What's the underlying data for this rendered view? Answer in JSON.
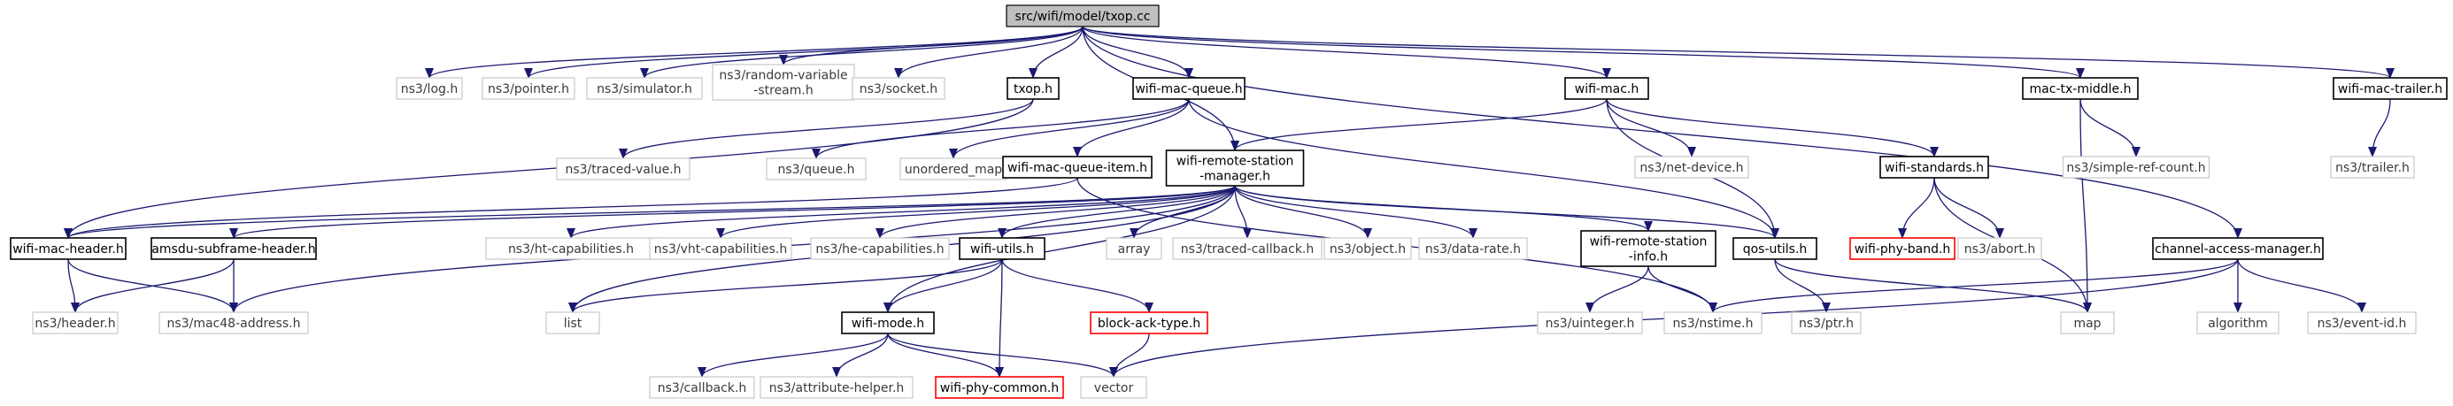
{
  "nodes": {
    "root": "src/wifi/model/txop.cc",
    "log": "ns3/log.h",
    "pointer": "ns3/pointer.h",
    "simulator": "ns3/simulator.h",
    "random_var": "ns3/random-variable\n-stream.h",
    "socket": "ns3/socket.h",
    "txop": "txop.h",
    "wmq": "wifi-mac-queue.h",
    "wrsm": "wifi-remote-station\n-manager.h",
    "wifimac": "wifi-mac.h",
    "mtm": "mac-tx-middle.h",
    "wmt": "wifi-mac-trailer.h",
    "traced_value": "ns3/traced-value.h",
    "queue": "ns3/queue.h",
    "umap": "unordered_map",
    "wmqi": "wifi-mac-queue-item.h",
    "netdev": "ns3/net-device.h",
    "wstd": "wifi-standards.h",
    "simple_ref": "ns3/simple-ref-count.h",
    "trailer": "ns3/trailer.h",
    "wmh": "wifi-mac-header.h",
    "amsdu": "amsdu-subframe-header.h",
    "ht": "ns3/ht-capabilities.h",
    "vht": "ns3/vht-capabilities.h",
    "he": "ns3/he-capabilities.h",
    "wutils": "wifi-utils.h",
    "array": "array",
    "traced_cb": "ns3/traced-callback.h",
    "object": "ns3/object.h",
    "datarate": "ns3/data-rate.h",
    "wrsi": "wifi-remote-station\n-info.h",
    "qos": "qos-utils.h",
    "band": "wifi-phy-band.h",
    "abort": "ns3/abort.h",
    "cam": "channel-access-manager.h",
    "header": "ns3/header.h",
    "mac48": "ns3/mac48-address.h",
    "list": "list",
    "wmode": "wifi-mode.h",
    "bat": "block-ack-type.h",
    "uinteger": "ns3/uinteger.h",
    "nstime": "ns3/nstime.h",
    "ptr": "ns3/ptr.h",
    "map": "map",
    "algorithm": "algorithm",
    "eventid": "ns3/event-id.h",
    "callback": "ns3/callback.h",
    "attr": "ns3/attribute-helper.h",
    "phycommon": "wifi-phy-common.h",
    "vector": "vector"
  },
  "colors": {
    "edge": "#191970",
    "root_fill": "#bfbfbf",
    "external_border": "#c8c8c8",
    "undocumented_border": "#ff0000"
  }
}
